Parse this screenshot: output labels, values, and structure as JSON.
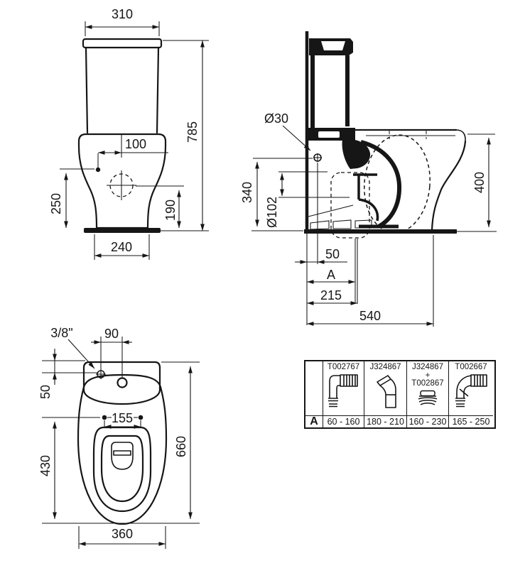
{
  "front_view": {
    "width_top": "310",
    "height_total": "785",
    "inlet_offset_x": "100",
    "inlet_height": "250",
    "trap_height": "190",
    "base_width": "240"
  },
  "side_view": {
    "inlet_diameter": "Ø30",
    "inlet_height": "340",
    "outlet_diameter": "Ø102",
    "bowl_height": "400",
    "inlet_setback": "50",
    "outlet_setback_variable": "A",
    "outlet_setback": "215",
    "total_depth": "540"
  },
  "top_view": {
    "supply_connection": "3/8\"",
    "inlet_offset_x": "90",
    "inlet_setback": "50",
    "seat_hole_spacing": "155",
    "bowl_length": "430",
    "total_length": "660",
    "bowl_width": "360"
  },
  "connector_table": {
    "row_label": "A",
    "columns": [
      {
        "code": "T002767",
        "range": "60 - 160",
        "icon": "elbow-connector-icon"
      },
      {
        "code": "J324867",
        "range": "180 - 210",
        "icon": "angled-connector-icon"
      },
      {
        "code": "J324867",
        "code_plus": "+",
        "code2": "T002867",
        "range": "160 - 230",
        "icon": "offset-gasket-icon"
      },
      {
        "code": "T002667",
        "range": "165 - 250",
        "icon": "elbow-connector-right-icon"
      }
    ]
  },
  "colors": {
    "line": "#161616",
    "background": "#ffffff"
  }
}
